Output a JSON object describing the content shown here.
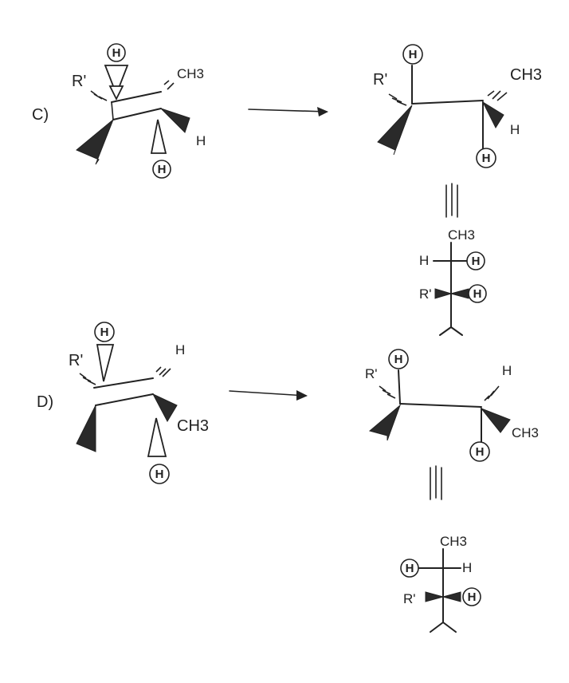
{
  "panel_c": {
    "label": "C)",
    "reactant": {
      "r_group": "R'",
      "methyl": "CH3",
      "h": "H",
      "h_top": "H",
      "h_bottom": "H"
    },
    "product": {
      "r_group": "R'",
      "methyl": "CH3",
      "h": "H",
      "h_top": "H",
      "h_bottom": "H"
    },
    "equivalence": "≡",
    "fischer": {
      "top": "CH3",
      "row1_left": "H",
      "row1_right": "H",
      "row2_left": "R'",
      "row2_right": "H"
    }
  },
  "panel_d": {
    "label": "D)",
    "reactant": {
      "r_group": "R'",
      "methyl": "CH3",
      "h": "H",
      "h_top": "H",
      "h_bottom": "H"
    },
    "product": {
      "r_group": "R'",
      "methyl": "CH3",
      "h": "H",
      "h_top": "H",
      "h_bottom": "H"
    },
    "equivalence": "≡",
    "fischer": {
      "top": "CH3",
      "row1_left": "H",
      "row1_right": "H",
      "row2_left": "R'",
      "row2_right": "H"
    }
  }
}
